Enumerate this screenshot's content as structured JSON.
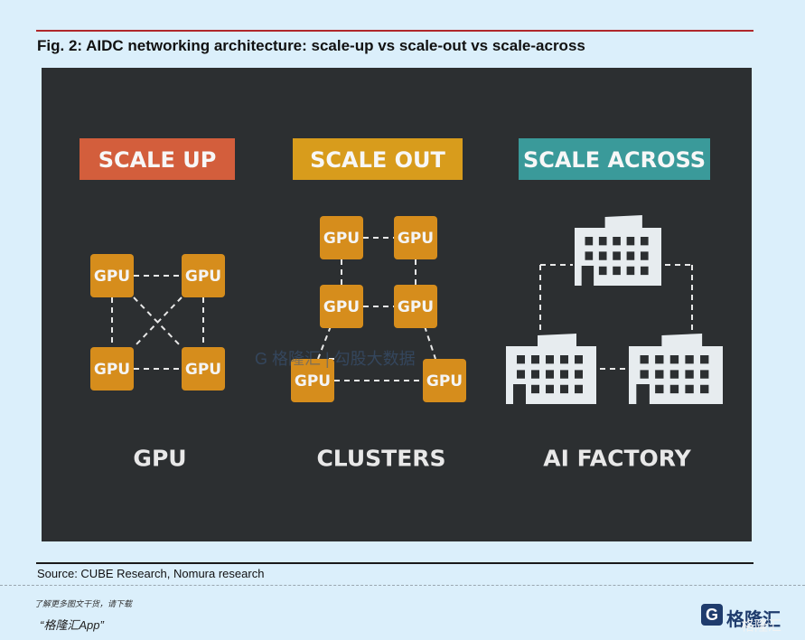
{
  "figure": {
    "title": "Fig. 2:  AIDC networking architecture: scale-up vs scale-out vs scale-across",
    "source": "Source: CUBE Research, Nomura research"
  },
  "colors": {
    "page_bg": "#dbeffb",
    "panel_bg": "#2c2f31",
    "scale_up": "#d35e3c",
    "scale_out": "#d89c1c",
    "scale_across": "#3a9a9a",
    "gpu_box": "#d68d1c",
    "building": "#e7ecef"
  },
  "columns": [
    {
      "header": "SCALE UP",
      "caption": "GPU"
    },
    {
      "header": "SCALE OUT",
      "caption": "CLUSTERS"
    },
    {
      "header": "SCALE ACROSS",
      "caption": "AI FACTORY"
    }
  ],
  "gpu_label": "GPU",
  "watermark": "G 格隆汇   |   勾股大数据",
  "footer": {
    "promo": "了解更多图文干货，请下载",
    "app": "“格隆汇App”",
    "logo_mark": "G",
    "logo_text": "格隆汇",
    "logo_watermark": "格隆汇"
  }
}
